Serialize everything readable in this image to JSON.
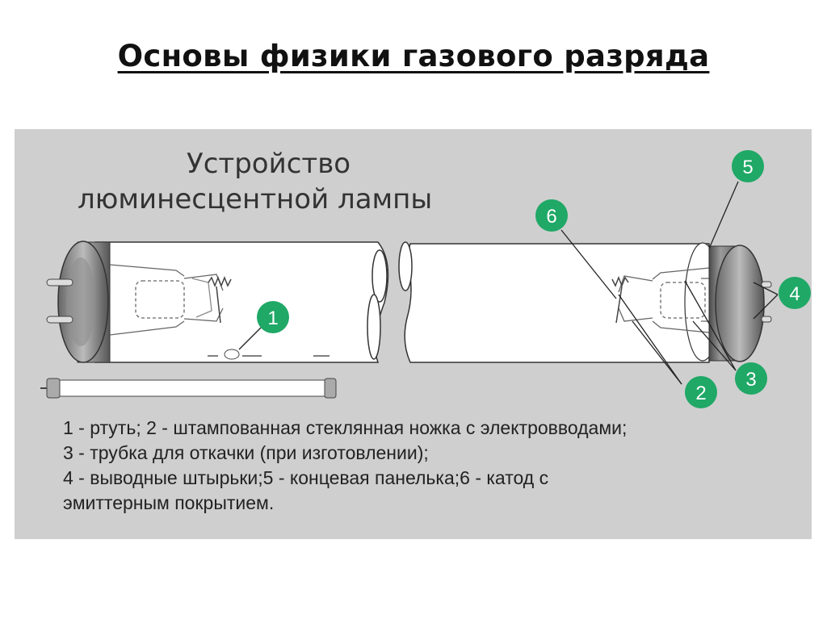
{
  "slide_title": "Основы физики газового разряда",
  "diagram": {
    "title_line1": "Устройство",
    "title_line2": "люминесцентной лампы",
    "callouts": [
      "1",
      "2",
      "3",
      "4",
      "5",
      "6"
    ],
    "callout_color": "#1fa866",
    "legend": [
      "1 - ртуть; 2 - штампованная стеклянная ножка с электровводами;",
      "3 - трубка для откачки (при изготовлении);",
      "4 - выводные штырьки;5 - концевая панелька;6 - катод с",
      "эмиттерным покрытием."
    ]
  }
}
